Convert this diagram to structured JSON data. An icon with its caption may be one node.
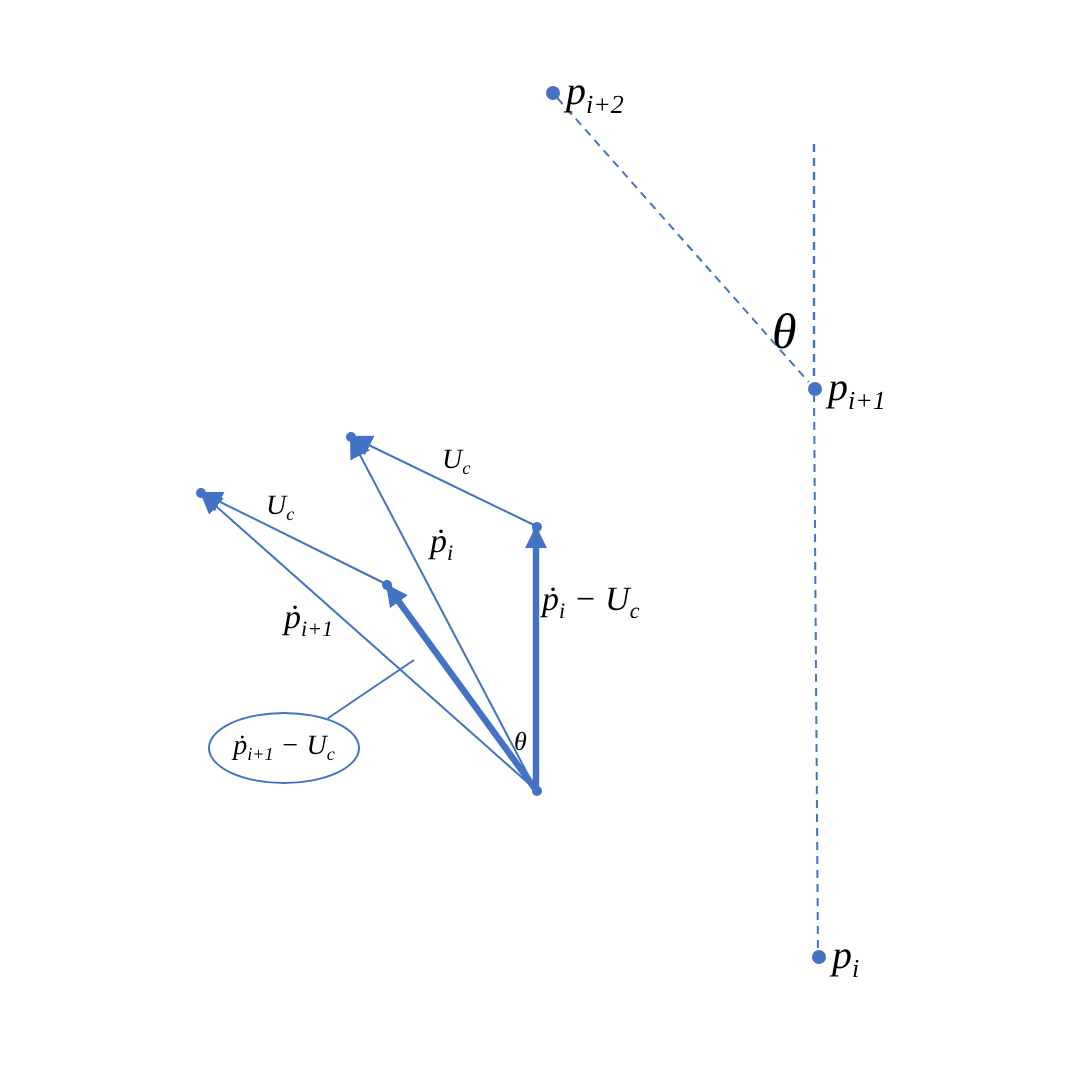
{
  "diagram": {
    "nodes": [
      {
        "text": [
          "p$_{i+2}$"
        ]
      },
      {
        "text": [
          "p$_{i+1}$"
        ]
      },
      {
        "text": [
          "p$_{i}$"
        ]
      },
      {
        "text": [],
        "shape": "point"
      },
      {
        "text": [],
        "shape": "point"
      },
      {
        "text": [],
        "shape": "point"
      },
      {
        "text": [],
        "shape": "point"
      },
      {
        "text": [],
        "shape": "point"
      },
      {
        "text": [
          "ṗ$_{i+1}$ − U$_{c}$"
        ]
      }
    ],
    "edges": [
      {
        "from": 0,
        "to": 1,
        "arrow": "none",
        "style": "dashed"
      },
      {
        "from": 2,
        "to": 1,
        "arrow": "none",
        "style": "dashed"
      },
      {
        "from": 3,
        "to": 4,
        "arrow": "to",
        "style": "thick",
        "label": "ṗ$_{i}$ − U$_{c}$"
      },
      {
        "from": 4,
        "to": 5,
        "arrow": "to",
        "label": "U$_{c}$"
      },
      {
        "from": 3,
        "to": 5,
        "arrow": "to",
        "label": "ṗ$_{i}$"
      },
      {
        "from": 3,
        "to": 6,
        "arrow": "to",
        "style": "thick"
      },
      {
        "from": 6,
        "to": 7,
        "arrow": "to",
        "label": "U$_{c}$"
      },
      {
        "from": 3,
        "to": 7,
        "arrow": "to",
        "label": "ṗ$_{i+1}$"
      },
      {
        "from": 8,
        "to": null,
        "arrow": "none"
      }
    ],
    "labels": [
      "θ",
      "θ"
    ]
  }
}
